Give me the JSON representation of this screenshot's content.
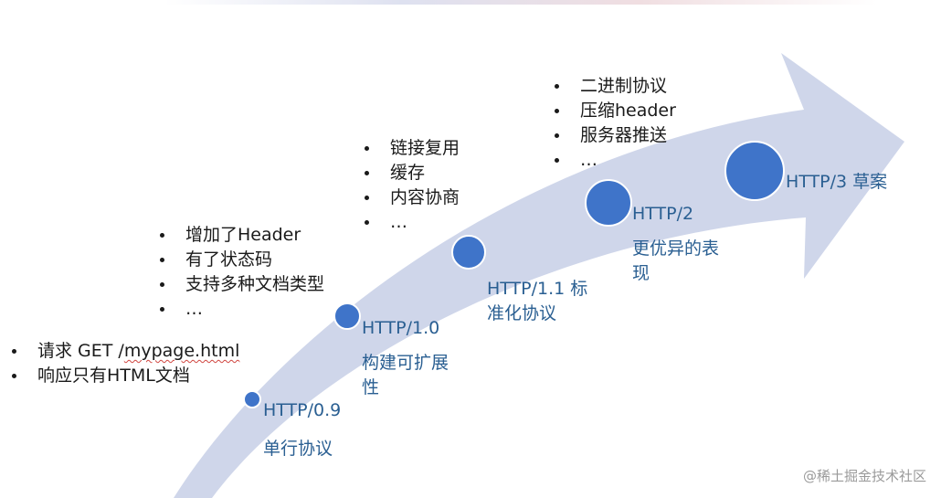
{
  "stages": [
    {
      "version": "HTTP/0.9",
      "description": "单行协议",
      "features": [
        "请求 GET /mypage.html",
        "响应只有HTML文档"
      ]
    },
    {
      "version": "HTTP/1.0",
      "description": "构建可扩展\n性",
      "features": [
        "增加了Header",
        "有了状态码",
        "支持多种文档类型",
        "…"
      ]
    },
    {
      "version": "HTTP/1.1 标\n准化协议",
      "description": "",
      "features": [
        "链接复用",
        "缓存",
        "内容协商",
        "…"
      ]
    },
    {
      "version": "HTTP/2",
      "description": "更优异的表\n现",
      "features": [
        "二进制协议",
        "压缩header",
        "服务器推送",
        "…"
      ]
    },
    {
      "version": "HTTP/3 草案",
      "description": "",
      "features": []
    }
  ],
  "watermark": "@稀土掘金技术社区",
  "colors": {
    "arrow_fill": "#cfd6ea",
    "node_fill": "#3f74c9",
    "node_stroke": "#ffffff",
    "label_text": "#2a5f92",
    "bullet_text": "#1a1a1a"
  }
}
